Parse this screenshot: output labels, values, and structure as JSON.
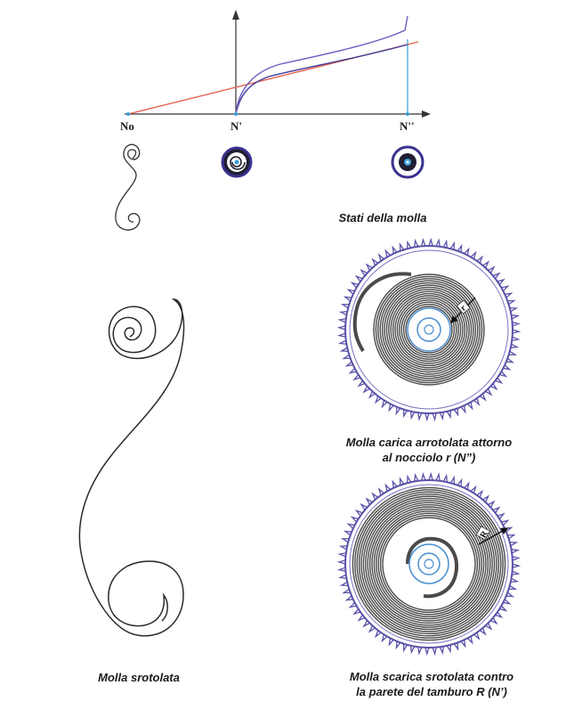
{
  "graph": {
    "axis_labels": [
      "No",
      "N'",
      "N''"
    ],
    "colors": {
      "axis": "#333333",
      "line": "#e8604c",
      "curve_upper": "#5a54b0",
      "curve_lower": "#3b3b9a",
      "marker": "#3aa0d8"
    }
  },
  "captions": {
    "states": "Stati della molla",
    "loaded": [
      "Molla carica arrotolata attorno",
      "al nocciolo r (N”)"
    ],
    "unloaded": [
      "Molla scarica srotolata contro",
      "la parete del tamburo R (N’)"
    ],
    "unwound": "Molla srotolata"
  },
  "barrels": {
    "loaded_radius_label": "r",
    "unloaded_radius_label": "R",
    "colors": {
      "gear": "#5a52a8",
      "spring": "#4a4a4a",
      "arbor": "#4a8fd0"
    }
  }
}
